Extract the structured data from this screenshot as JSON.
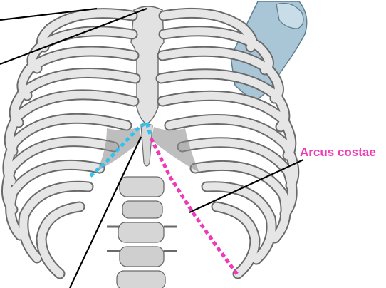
{
  "labels": {
    "arcus_costae": "Arcus costae"
  },
  "colors": {
    "label_text": "#ee3ab8",
    "dotted_left": "#33c2ee",
    "dotted_right": "#ee3ab8",
    "leader_lines": "#000000",
    "bone": "#dedede",
    "bone_shade": "#8c8c8c",
    "cartilage": "#f3f3f3",
    "scapula": "#a9c6d6"
  },
  "icons": [
    "rib-cage-illustration",
    "scapula-illustration",
    "vertebral-column-illustration"
  ]
}
